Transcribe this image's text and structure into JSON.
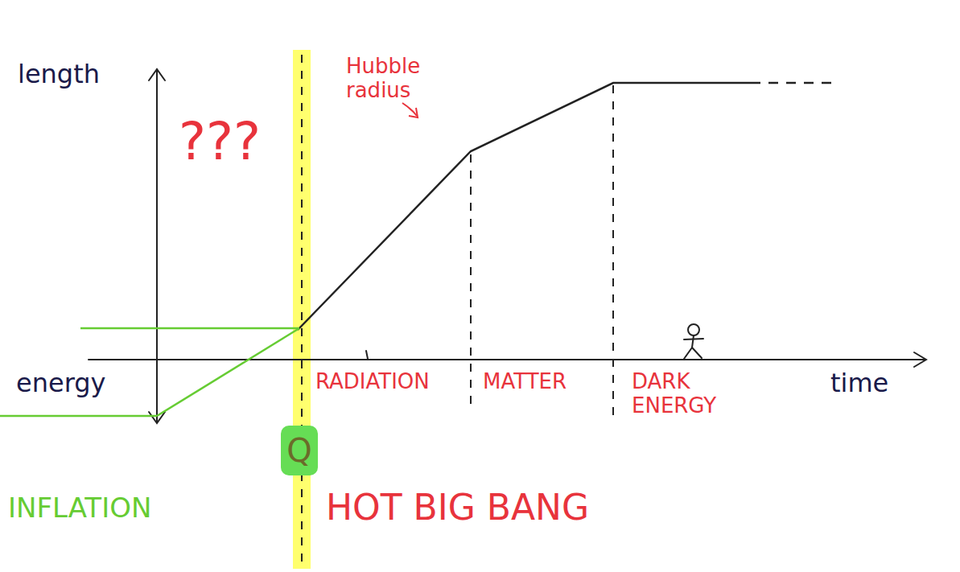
{
  "diagram": {
    "nodes": [
      {
        "text": [
          "Q"
        ]
      }
    ],
    "labels": [
      "length",
      "Hubble radius",
      "???",
      "energy",
      "time",
      "RADIATION",
      "MATTER",
      "DARK ENERGY",
      "INFLATION",
      "HOT BIG BANG"
    ]
  }
}
